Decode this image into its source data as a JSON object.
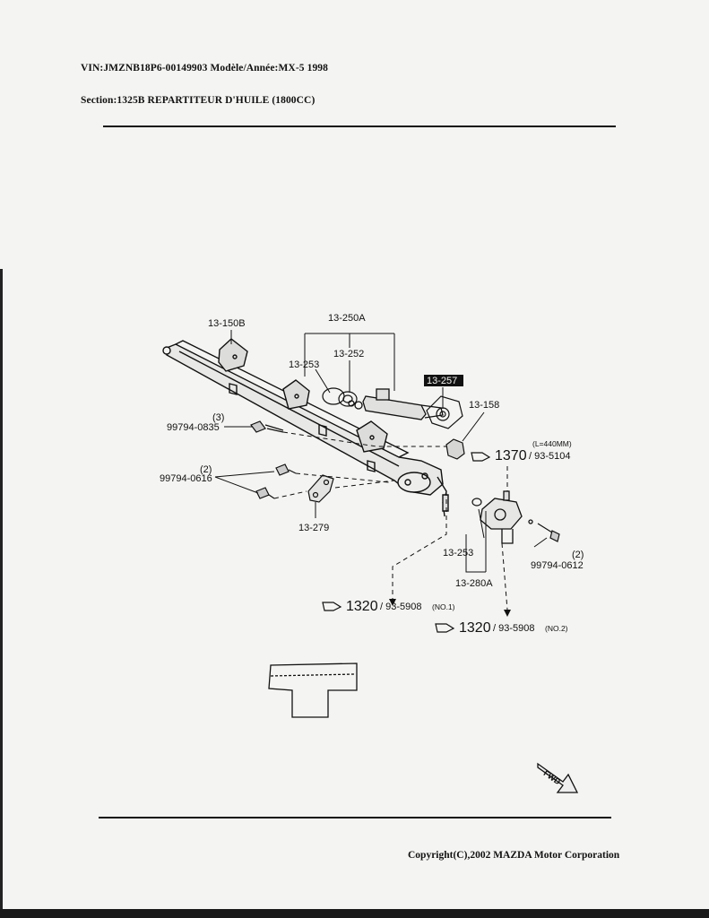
{
  "header": {
    "vin_line": "VIN:JMZNB18P6-00149903 Modèle/Année:MX-5 1998",
    "section_line": "Section:1325B  REPARTITEUR D'HUILE (1800CC)"
  },
  "footer": {
    "copyright": "Copyright(C),2002 MAZDA Motor Corporation"
  },
  "diagram": {
    "parts": {
      "p13_150b": "13-150B",
      "p13_250a": "13-250A",
      "p13_253_top": "13-253",
      "p13_252": "13-252",
      "p13_257": "13-257",
      "p13_158": "13-158",
      "p99794_0835": "99794-0835",
      "qty_0835": "(3)",
      "p99794_0616": "99794-0616",
      "qty_0616": "(2)",
      "p13_279": "13-279",
      "p13_253_bottom": "13-253",
      "p13_280a": "13-280A",
      "p99794_0612": "99794-0612",
      "qty_0612": "(2)"
    },
    "references": {
      "ref_1370_num": "1370",
      "ref_1370_code": "/ 93-5104",
      "ref_1370_note": "(L=440MM)",
      "ref_1320a_num": "1320",
      "ref_1320a_code": "/ 93-5908",
      "ref_1320a_note": "(NO.1)",
      "ref_1320b_num": "1320",
      "ref_1320b_code": "/ 93-5908",
      "ref_1320b_note": "(NO.2)"
    },
    "fwd_label": "FWD"
  }
}
